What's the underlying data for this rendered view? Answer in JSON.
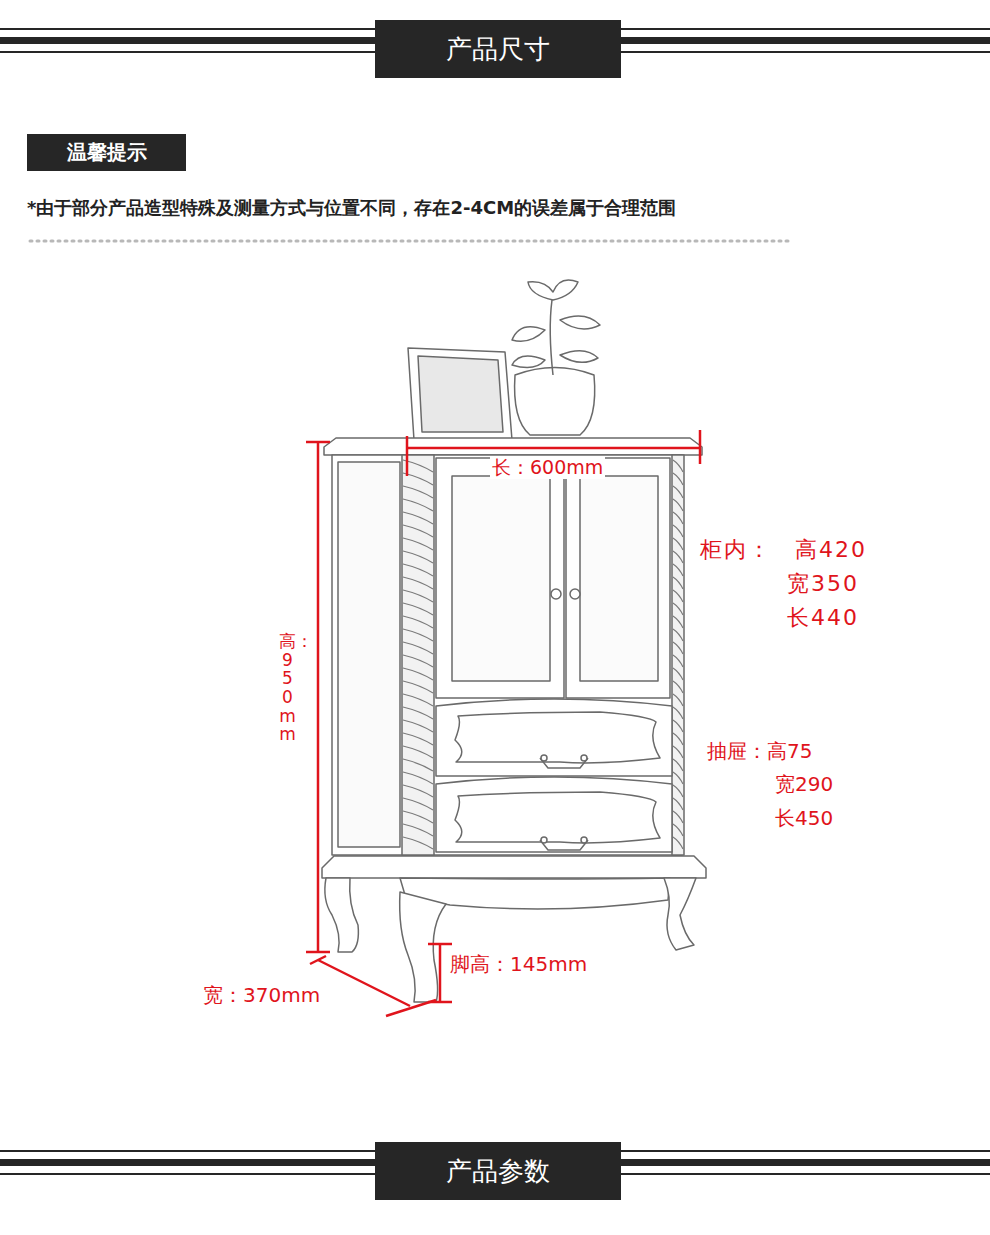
{
  "diagram": {
    "nodes": [
      {
        "text": [
          "产品尺寸"
        ]
      },
      {
        "text": [
          "温馨提示"
        ]
      },
      {
        "text": [
          "产品参数"
        ]
      }
    ],
    "labels": [
      "*由于部分产品造型特殊及测量方式与位置不同，存在2-4CM的误差属于合理范围",
      "长：600mm",
      "柜内：",
      "高420",
      "宽350",
      "长440",
      "抽屉：高75",
      "宽290",
      "长450",
      "高：950mm",
      "脚高：145mm",
      "宽：370mm"
    ]
  }
}
